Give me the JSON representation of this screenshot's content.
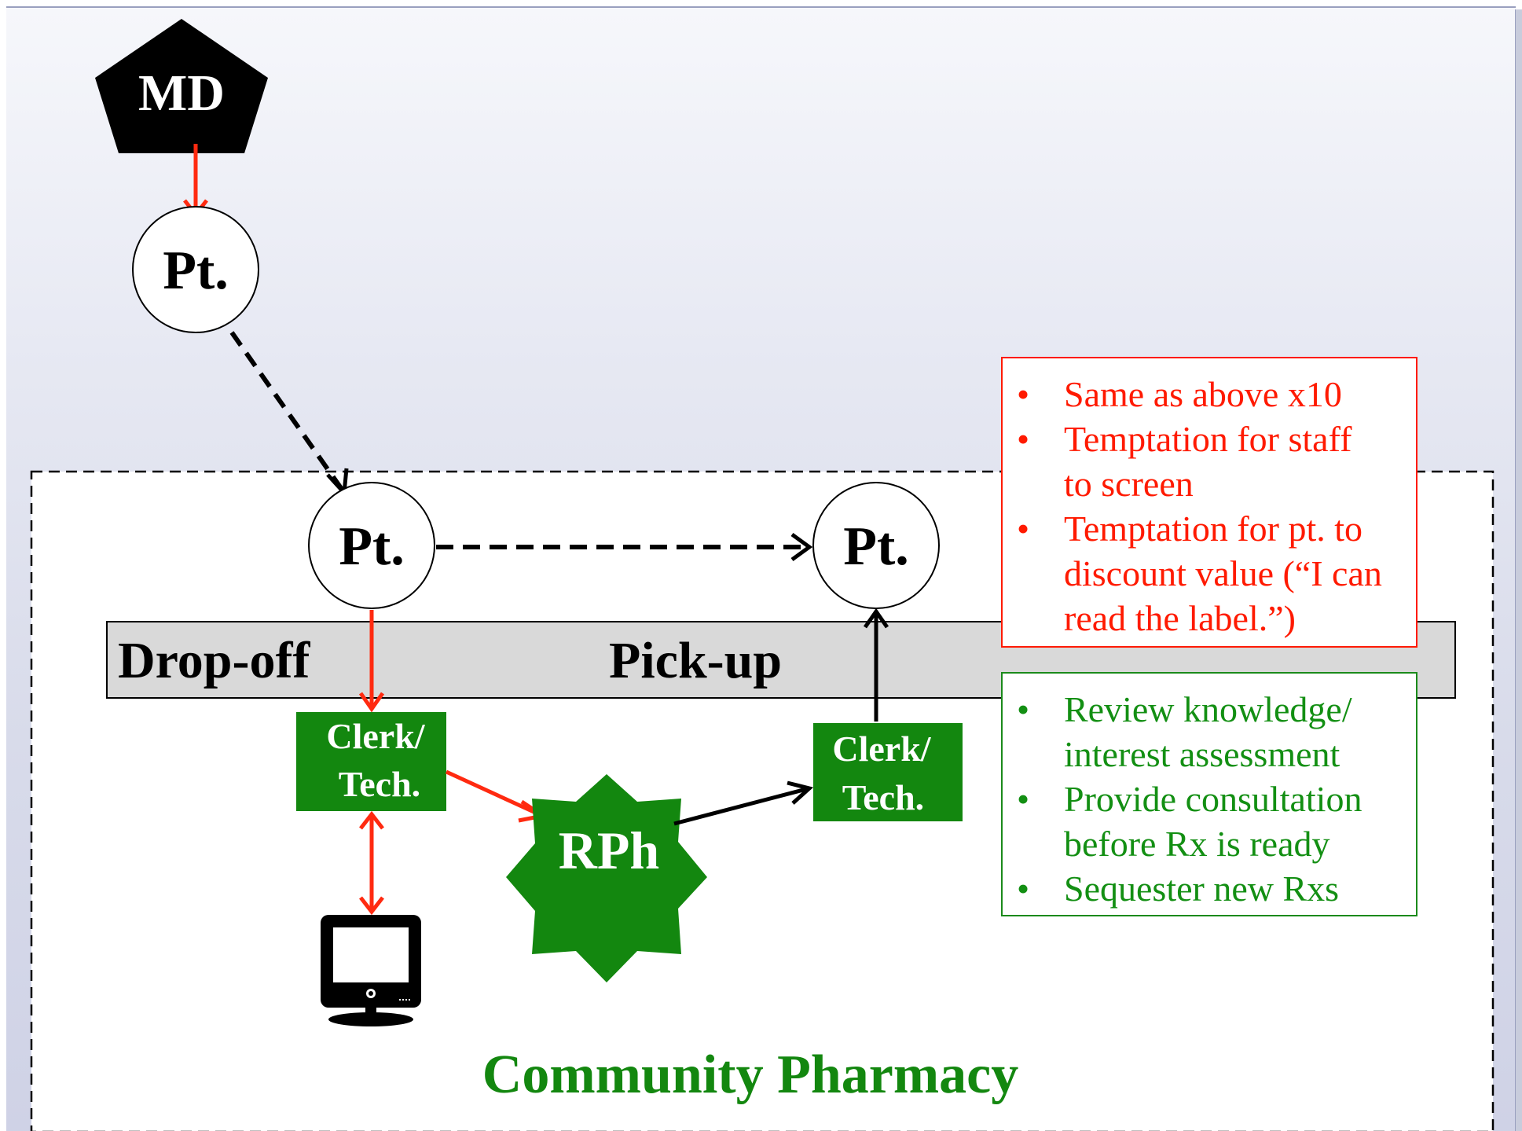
{
  "nodes": {
    "md": "MD",
    "pt_top": "Pt.",
    "pt_dropoff": "Pt.",
    "pt_pickup": "Pt.",
    "clerk_left_line1": "Clerk/",
    "clerk_left_line2": "Tech.",
    "clerk_right_line1": "Clerk/",
    "clerk_right_line2": "Tech.",
    "rph": "RPh"
  },
  "counter": {
    "dropoff_label": "Drop-off",
    "pickup_label": "Pick-up"
  },
  "region_title": "Community Pharmacy",
  "red_callout": {
    "items": [
      "Same as above x10",
      "Temptation for staff to screen",
      "Temptation for pt. to discount value (“I can read the label.”)"
    ]
  },
  "green_callout": {
    "items": [
      "Review knowledge/ interest assessment",
      "Provide consultation before Rx is ready",
      "Sequester new Rxs"
    ]
  },
  "bullet": "•",
  "colors": {
    "red": "#ff2a10",
    "green": "#13870f",
    "black": "#000000",
    "counter_gray": "#d9d9d9"
  },
  "icons": {
    "computer": "computer-monitor-icon"
  }
}
